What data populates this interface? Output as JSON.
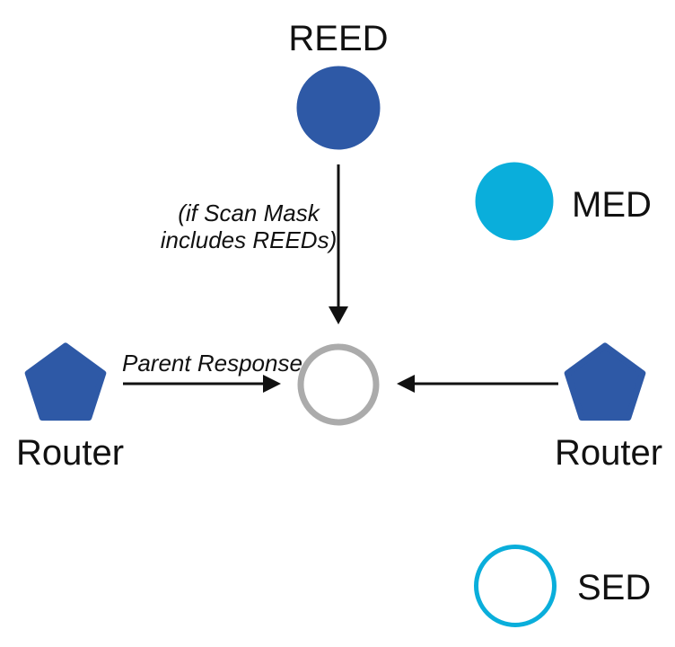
{
  "colors": {
    "node_blue": "#2E59A6",
    "node_cyan": "#0AAEDB",
    "center_ring_gray": "#ABABAB",
    "line_black": "#111111",
    "white": "#FFFFFF"
  },
  "nodes": {
    "reed": {
      "label": "REED",
      "shape": "filled-circle",
      "color": "#2E59A6"
    },
    "med": {
      "label": "MED",
      "shape": "filled-circle",
      "color": "#0AAEDB"
    },
    "sed": {
      "label": "SED",
      "shape": "ring-circle",
      "color": "#0AAEDB"
    },
    "center": {
      "label": "",
      "shape": "ring-circle",
      "color": "#ABABAB"
    },
    "router_left": {
      "label": "Router",
      "shape": "pentagon",
      "color": "#2E59A6"
    },
    "router_right": {
      "label": "Router",
      "shape": "pentagon",
      "color": "#2E59A6"
    }
  },
  "annotations": {
    "scan_mask_line1": "(if Scan Mask",
    "scan_mask_line2": "includes REEDs)",
    "parent_response": "Parent Response"
  }
}
